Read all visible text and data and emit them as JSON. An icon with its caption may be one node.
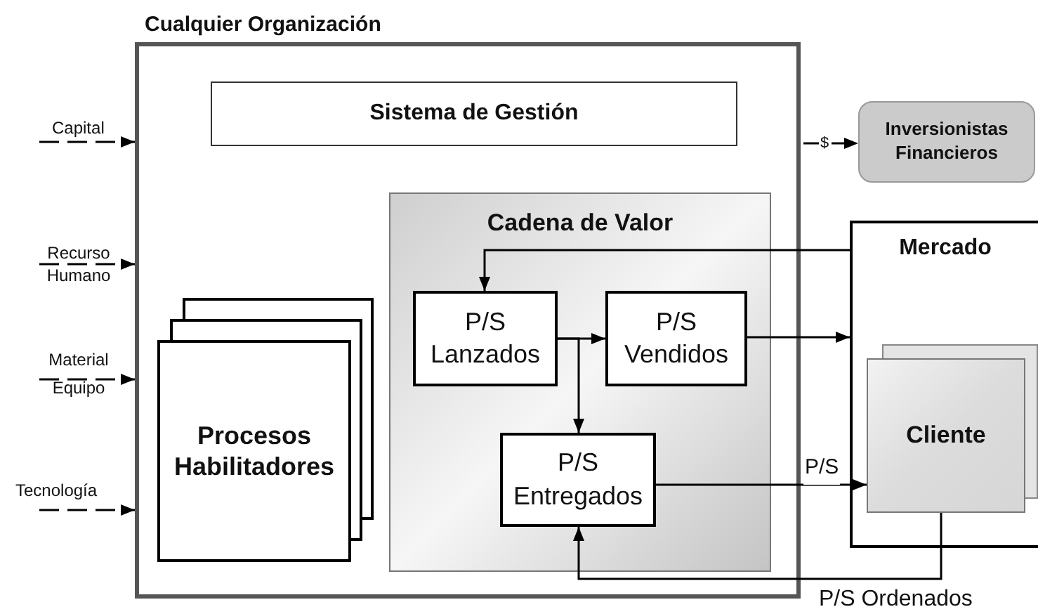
{
  "diagram": {
    "nodes": [
      {
        "text": [
          "Cualquier Organización"
        ]
      },
      {
        "text": [
          "Sistema de Gestión"
        ],
        "in": 0
      },
      {
        "text": [
          "Procesos Habilitadores"
        ],
        "in": 0
      },
      {
        "text": [
          "Cadena de Valor"
        ],
        "in": 0
      },
      {
        "text": [
          "P/S Lanzados"
        ],
        "in": 3
      },
      {
        "text": [
          "P/S Vendidos"
        ],
        "in": 3
      },
      {
        "text": [
          "P/S Entregados"
        ],
        "in": 3
      },
      {
        "text": [
          "Inversionistas Financieros"
        ]
      },
      {
        "text": [
          "Mercado"
        ]
      },
      {
        "text": [
          "Cliente"
        ],
        "in": 8
      }
    ],
    "edges": [
      {
        "from": null,
        "to": 0,
        "arrow": "to",
        "label": "Capital",
        "style": "dashed"
      },
      {
        "from": null,
        "to": 0,
        "arrow": "to",
        "label": "Recurso Humano",
        "style": "dashed"
      },
      {
        "from": null,
        "to": 0,
        "arrow": "to",
        "label": "Material Equipo",
        "style": "dashed"
      },
      {
        "from": null,
        "to": 0,
        "arrow": "to",
        "label": "Tecnología",
        "style": "dashed"
      },
      {
        "from": 0,
        "to": 7,
        "arrow": "to",
        "label": "$",
        "style": "dashed"
      },
      {
        "from": 8,
        "to": 4,
        "arrow": "to"
      },
      {
        "from": 4,
        "to": 5,
        "arrow": "to"
      },
      {
        "from": 4,
        "to": 6,
        "arrow": "to"
      },
      {
        "from": 5,
        "to": 8,
        "arrow": "to"
      },
      {
        "from": 6,
        "to": 9,
        "arrow": "to",
        "label": "P/S"
      },
      {
        "from": 9,
        "to": 6,
        "arrow": "to",
        "label": "P/S Ordenados"
      }
    ]
  }
}
